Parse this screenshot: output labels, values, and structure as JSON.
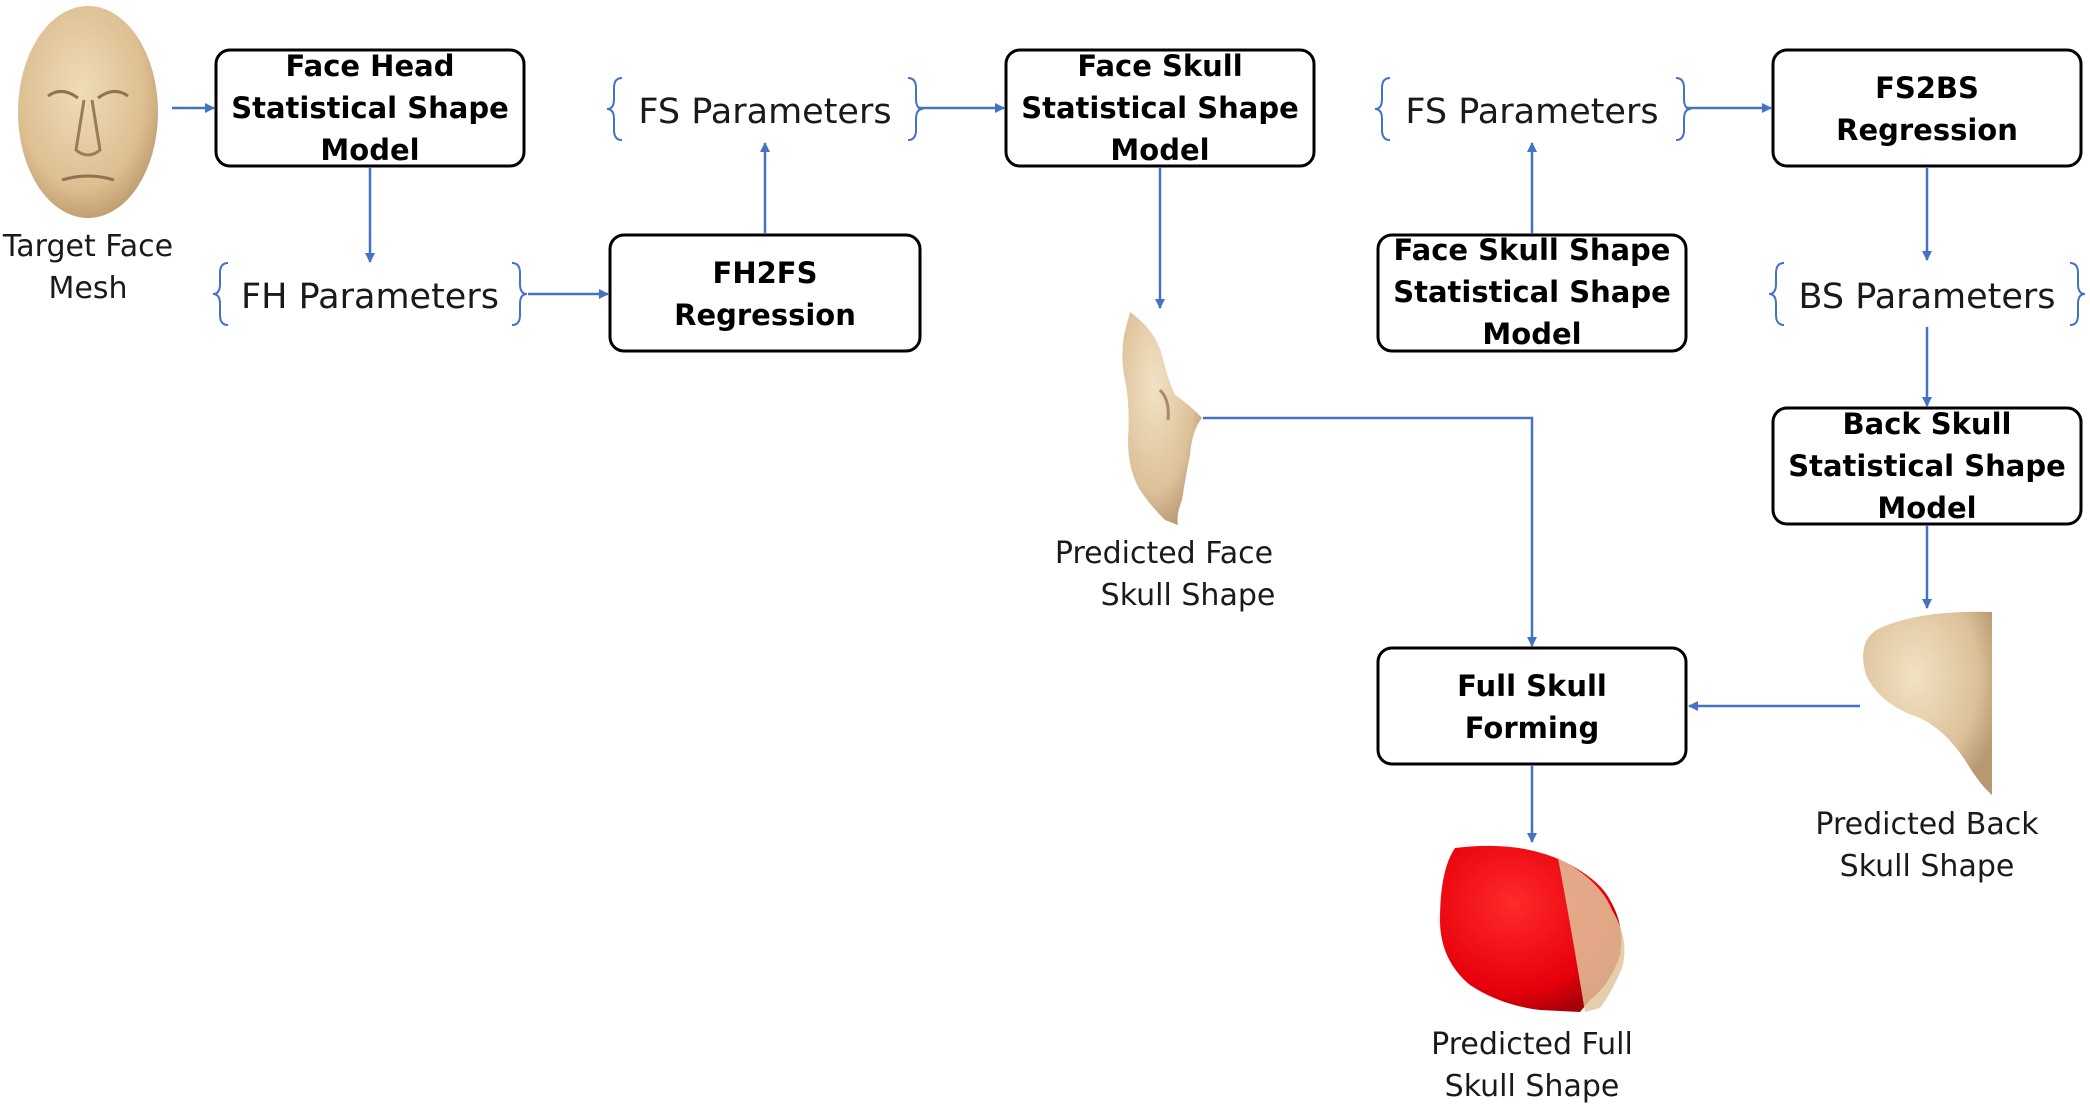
{
  "colors": {
    "arrow": "#4472C4",
    "box_border": "#000000",
    "mesh_tan": "#E3C9A1",
    "skull_red": "#E8000E"
  },
  "boxes": {
    "face_head_ssm": [
      "Face Head",
      "Statistical Shape",
      "Model"
    ],
    "fh2fs_regression": [
      "FH2FS",
      "Regression"
    ],
    "face_skull_ssm": [
      "Face Skull",
      "Statistical Shape",
      "Model"
    ],
    "face_skull_shape_ssm": [
      "Face Skull Shape",
      "Statistical Shape",
      "Model"
    ],
    "fs2bs_regression": [
      "FS2BS",
      "Regression"
    ],
    "back_skull_ssm": [
      "Back Skull",
      "Statistical Shape",
      "Model"
    ],
    "full_skull_forming": [
      "Full Skull",
      "Forming"
    ]
  },
  "params": {
    "fh": "FH Parameters",
    "fs_1": "FS Parameters",
    "fs_2": "FS Parameters",
    "bs": "BS Parameters"
  },
  "images": {
    "target_face": [
      "Target Face",
      "Mesh"
    ],
    "predicted_face_skull": [
      "Predicted Face",
      "Skull Shape"
    ],
    "predicted_back_skull": [
      "Predicted Back",
      "Skull Shape"
    ],
    "predicted_full_skull": [
      "Predicted Full",
      "Skull Shape"
    ]
  }
}
